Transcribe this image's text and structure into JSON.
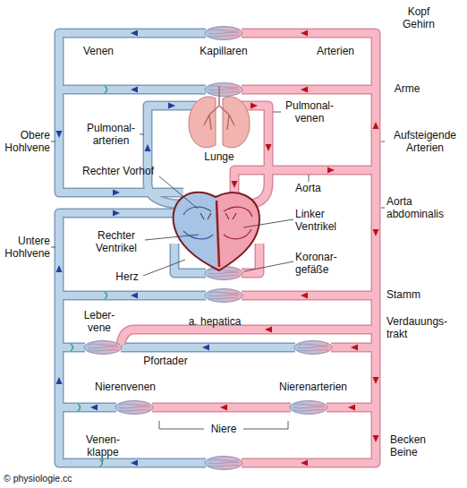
{
  "diagram": {
    "labels": [
      "Kopf Gehirn",
      "Venen",
      "Kapillaren",
      "Arterien",
      "Arme",
      "Obere Hohlvene",
      "Pulmonal- arterien",
      "Pulmonal- venen",
      "Aufsteigende Arterien",
      "Lunge",
      "Rechter Vorhof",
      "Aorta",
      "Linker Ventrikel",
      "Aorta abdominalis",
      "Rechter Ventrikel",
      "Untere Hohlvene",
      "Herz",
      "Koronar- gefäße",
      "Stamm",
      "Leber- vene",
      "Verdauungs- trakt",
      "a. hepatica",
      "Pfortader",
      "Nierenvenen",
      "Nierenarterien",
      "Niere",
      "Venen- klappe",
      "Becken Beine",
      "© physiologie.cc"
    ]
  }
}
